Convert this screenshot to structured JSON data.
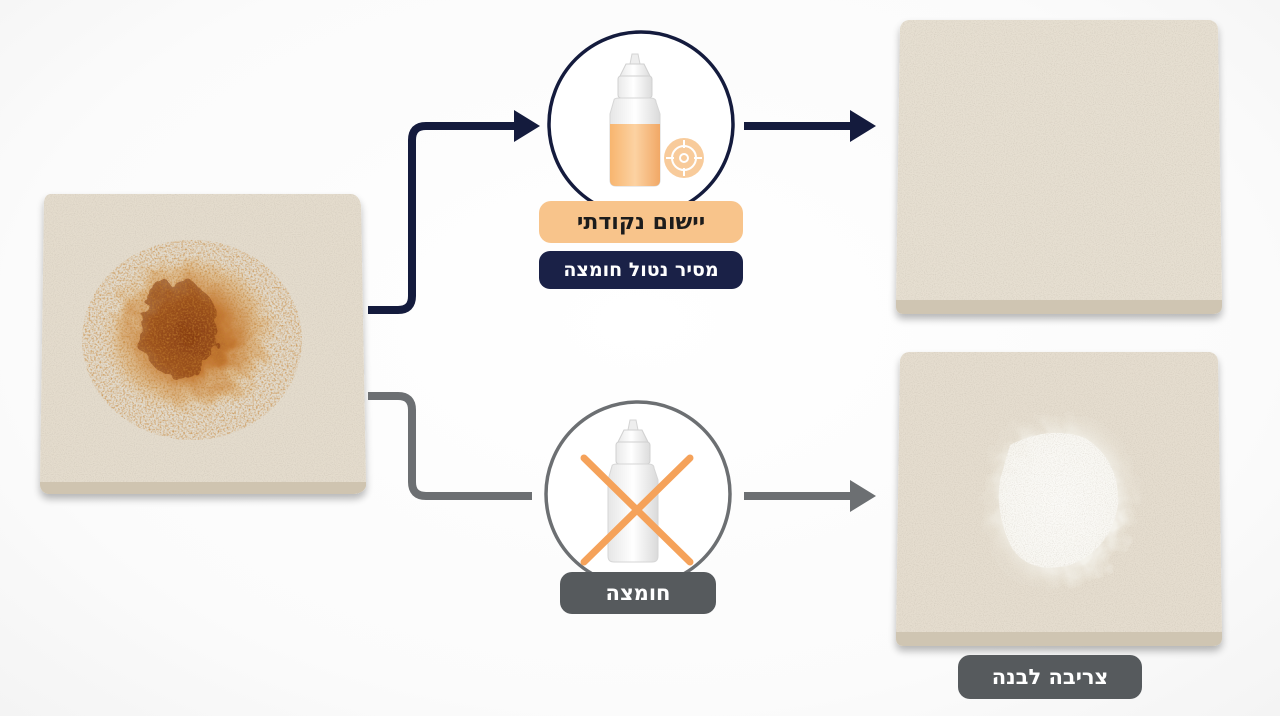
{
  "labels": {
    "top_method": "יישום נקודתי",
    "top_product": "מסיר נטול חומצה",
    "bottom_product": "חומצה",
    "bottom_result": "צריבה לבנה"
  },
  "colors": {
    "top_path": "#141b3d",
    "bottom_path": "#6c6f72",
    "accent_orange": "#f5a25a",
    "stone": "#e4dccd",
    "stain": "#c06a1c",
    "etch": "#f6f4ee"
  },
  "icons": {
    "top_bottle": "dropper-bottle-icon",
    "target": "target-icon",
    "bottom_bottle": "dropper-bottle-icon",
    "forbidden": "x-mark-icon"
  }
}
